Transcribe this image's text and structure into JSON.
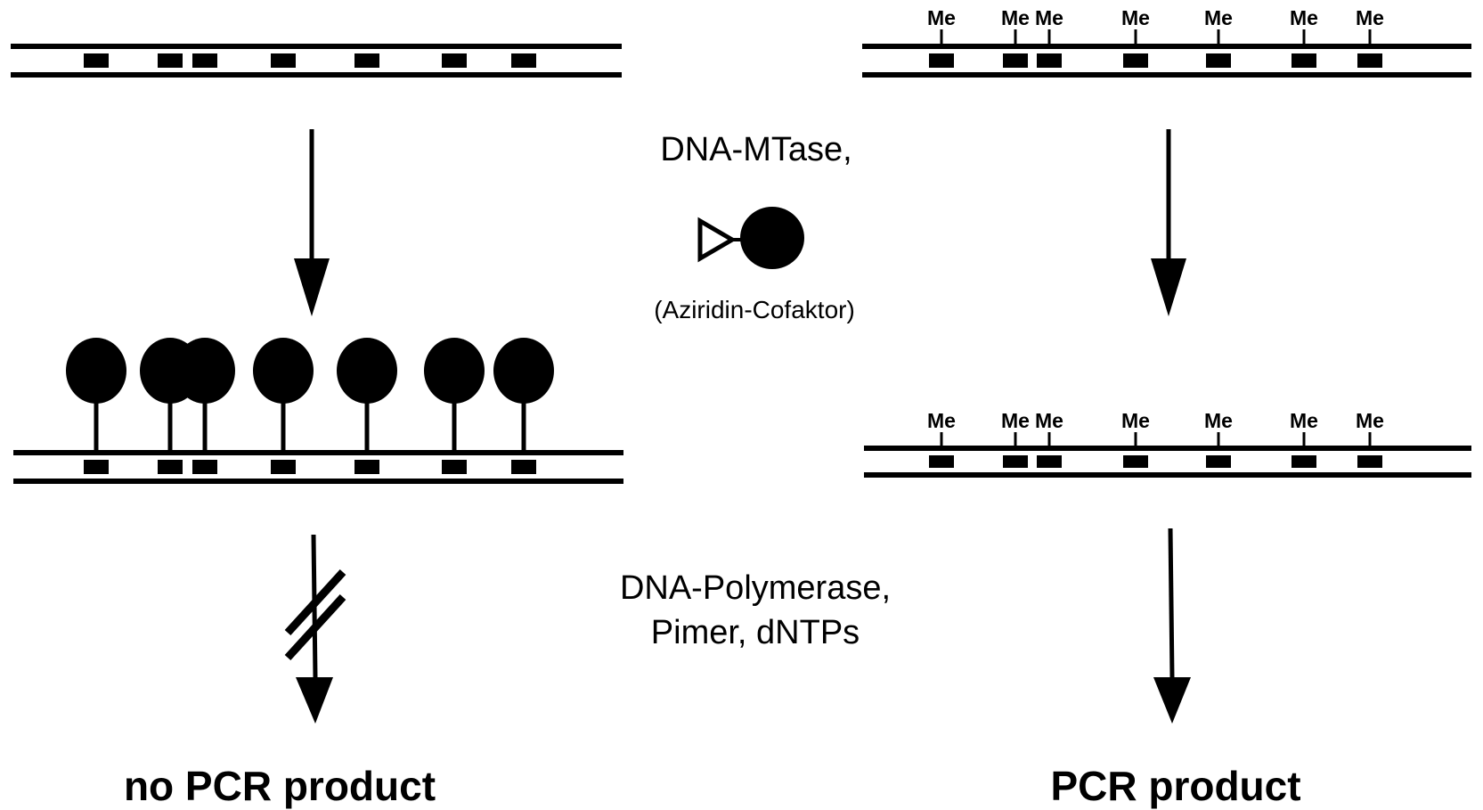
{
  "figure": {
    "step1_reagent": "DNA-MTase,",
    "cofactor_label": "(Aziridin-Cofaktor)",
    "step2_reagent_line1": "DNA-Polymerase,",
    "step2_reagent_line2": "Pimer, dNTPs",
    "left_result": "no PCR product",
    "right_result": "PCR product",
    "methyl_label": "Me",
    "site_count": 7,
    "left_pathway": {
      "start": "unmethylated DNA with 7 recognition sites",
      "after_step1": "cofactor attached at all 7 sites",
      "after_step2_blocked": true
    },
    "right_pathway": {
      "start": "methylated DNA (Me at 7 sites)",
      "after_step1": "unchanged, Me at 7 sites",
      "after_step2_blocked": false
    },
    "icons": {
      "cofactor": "aziridine-cofactor-icon",
      "arrow": "arrow-down-icon",
      "blocked": "blocked-arrow-icon"
    }
  }
}
